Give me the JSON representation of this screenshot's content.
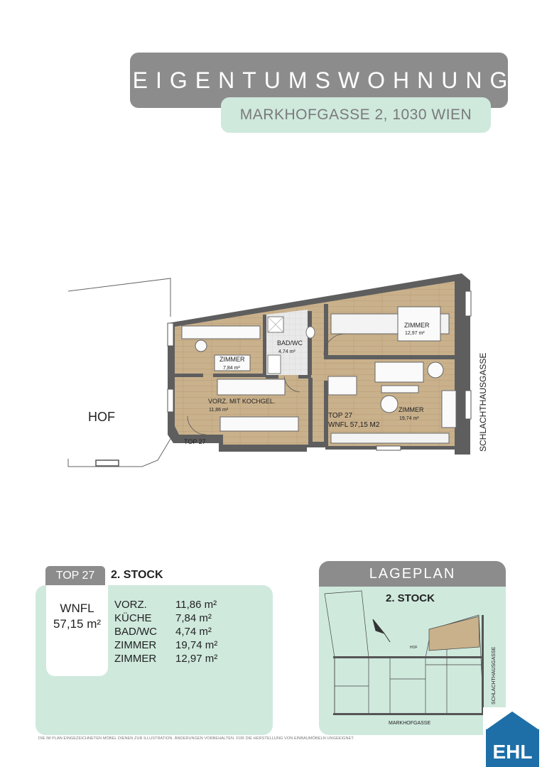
{
  "header": {
    "title": "EIGENTUMSWOHNUNG",
    "address": "MARKHOFGASSE 2, 1030 WIEN"
  },
  "plan": {
    "hof": "HOF",
    "street": "SCHLACHTHAUSGASSE",
    "entrance": "TOP 27",
    "rooms": {
      "zimmer_small_name": "ZIMMER",
      "zimmer_small_area": "7,84 m²",
      "bad_name": "BAD/WC",
      "bad_area": "4,74 m²",
      "zimmer_top_name": "ZIMMER",
      "zimmer_top_area": "12,97 m²",
      "vorz_name": "VORZ. MIT KOCHGEL.",
      "vorz_area": "11,86 m²",
      "top_label": "TOP 27",
      "wnfl_label": "WNFL 57,15 M2",
      "zimmer_large_name": "ZIMMER",
      "zimmer_large_area": "19,74 m²"
    }
  },
  "summary": {
    "tab": "TOP 27",
    "floor": "2. STOCK",
    "wnfl_label": "WNFL",
    "wnfl_value": "57,15 m²",
    "rows": [
      {
        "name": "VORZ.",
        "area": "11,86 m²"
      },
      {
        "name": "KÜCHE",
        "area": "7,84 m²"
      },
      {
        "name": "BAD/WC",
        "area": "4,74 m²"
      },
      {
        "name": "ZIMMER",
        "area": "19,74 m²"
      },
      {
        "name": "ZIMMER",
        "area": "12,97 m²"
      }
    ]
  },
  "lageplan": {
    "title": "LAGEPLAN",
    "floor": "2. STOCK",
    "hof": "HOF",
    "street_side": "SCHLACHTHAUSGASSE",
    "street_bottom": "MARKHOFGASSE"
  },
  "footer": {
    "disclaimer": "DIE IM PLAN EINGEZEICHNETEN MÖBEL DIENEN ZUR ILLUSTRATION. ÄNDERUNGEN VORBEHALTEN. FÜR DIE HERSTELLUNG VON EINBAUMÖBELN UNGEEIGNET."
  },
  "logo": {
    "text": "EHL",
    "color": "#1e6fa8"
  },
  "colors": {
    "grey": "#8c8c8c",
    "mint": "#cfe9dd",
    "wood": "#c8b08c",
    "wall": "#5e5e5e"
  }
}
